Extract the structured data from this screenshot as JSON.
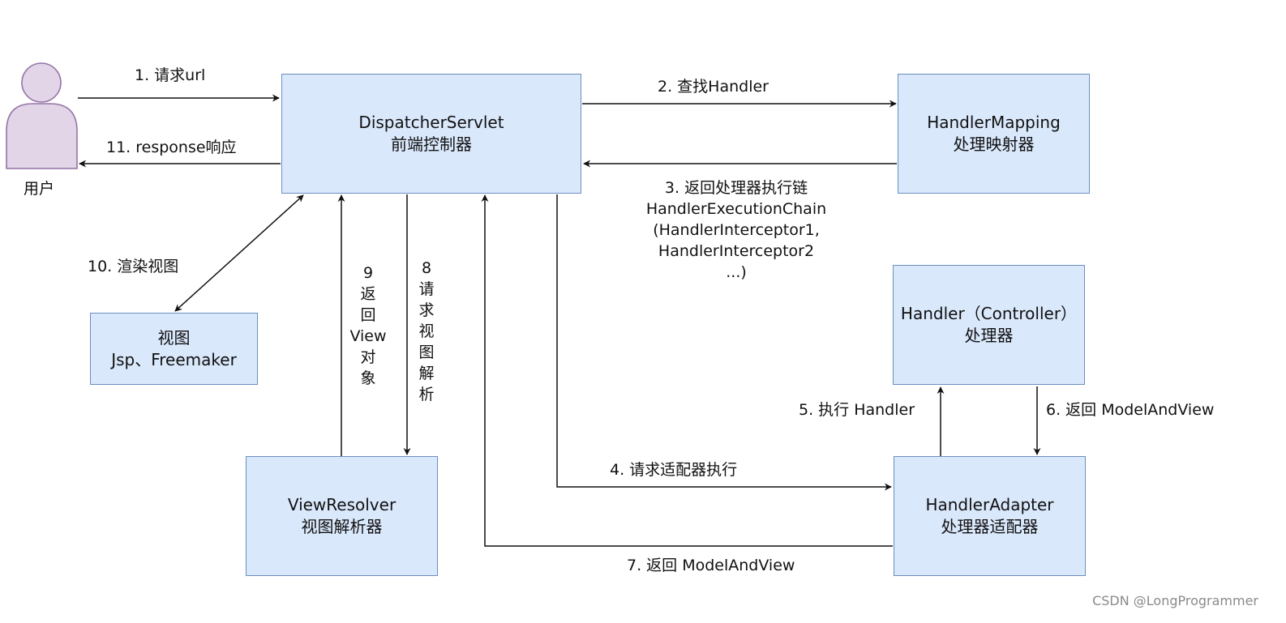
{
  "user": {
    "label": "用户",
    "fill": "#e1d5e7",
    "stroke": "#9673a6"
  },
  "boxes": {
    "dispatcher": {
      "line1": "DispatcherServlet",
      "line2": "前端控制器"
    },
    "handler_mapping": {
      "line1": "HandlerMapping",
      "line2": "处理映射器"
    },
    "handler": {
      "line1": "Handler（Controller）",
      "line2": "处理器"
    },
    "handler_adapter": {
      "line1": "HandlerAdapter",
      "line2": "处理器适配器"
    },
    "view_resolver": {
      "line1": "ViewResolver",
      "line2": "视图解析器"
    },
    "view": {
      "line1": "视图",
      "line2": "Jsp、Freemaker"
    }
  },
  "steps": {
    "s1": "1. 请求url",
    "s2": "2. 查找Handler",
    "s3": [
      "3. 返回处理器执行链",
      "HandlerExecutionChain",
      "(HandlerInterceptor1,",
      "HandlerInterceptor2",
      "...)"
    ],
    "s4": "4. 请求适配器执行",
    "s5": "5. 执行 Handler",
    "s6": "6. 返回 ModelAndView",
    "s7": "7. 返回 ModelAndView",
    "s8": [
      "8",
      "请",
      "求",
      "视",
      "图",
      "解",
      "析"
    ],
    "s9": [
      "9",
      "返",
      "回",
      "View",
      "对",
      "象"
    ],
    "s10": "10. 渲染视图",
    "s11": "11. response响应"
  },
  "watermark": "CSDN @LongProgrammer",
  "colors": {
    "box_fill": "#dae8fc",
    "box_stroke": "#6c8ebf",
    "arrow": "#111111"
  }
}
